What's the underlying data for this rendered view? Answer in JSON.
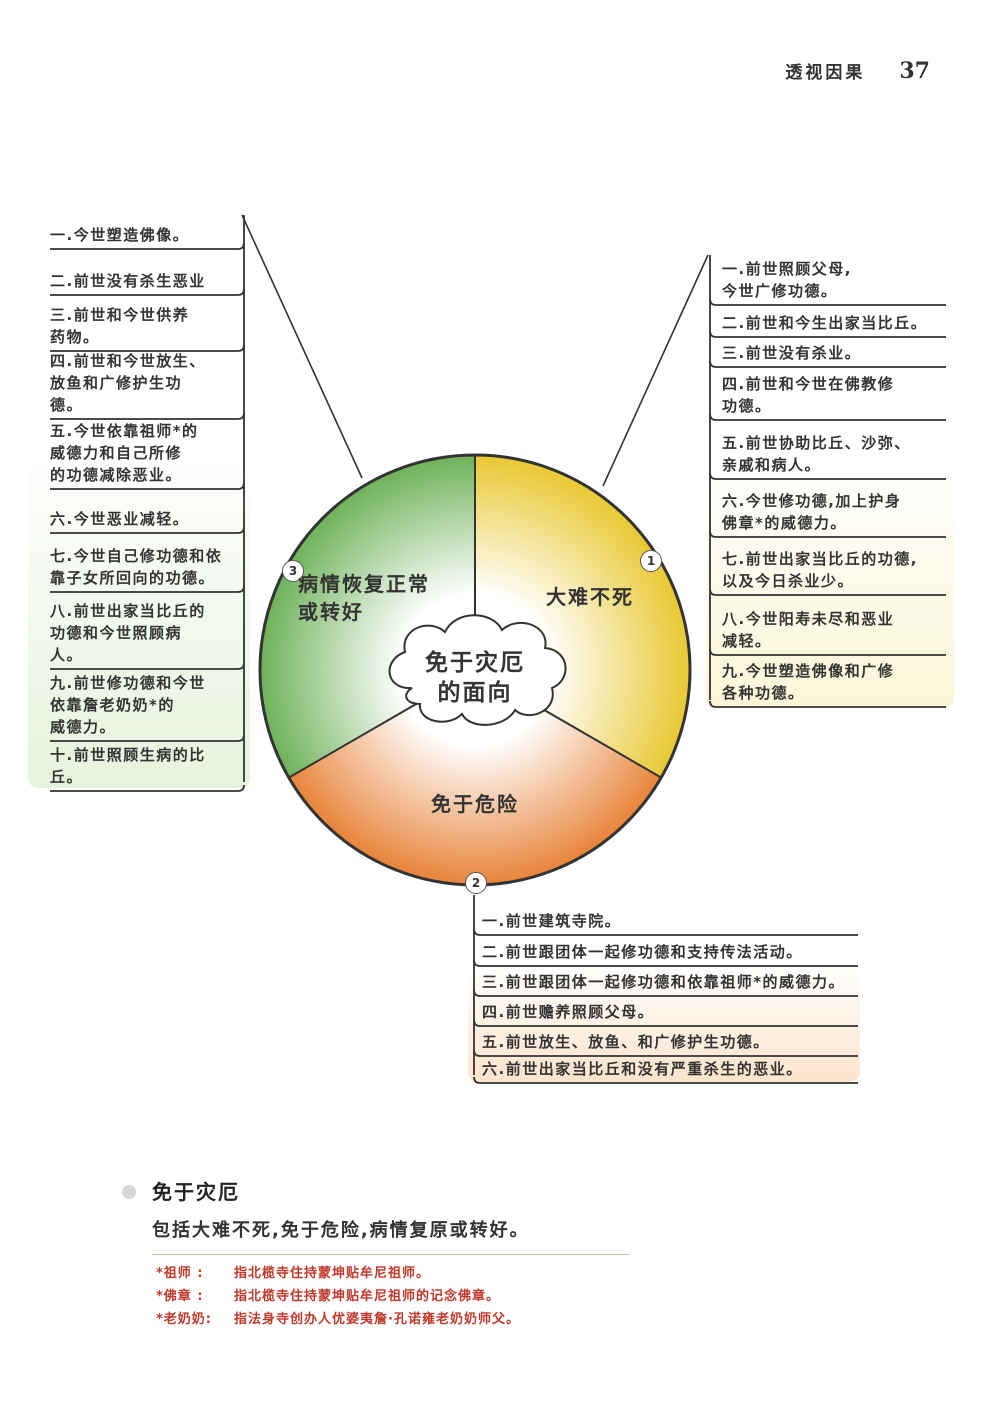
{
  "header": {
    "section": "透视因果",
    "page_number": "37"
  },
  "diagram": {
    "center": "免于灾厄\n的面向",
    "segments": [
      {
        "number": "1",
        "label": "大难不死",
        "color": "#e9c832"
      },
      {
        "number": "2",
        "label": "免于危险",
        "color": "#e8843a"
      },
      {
        "number": "3",
        "label": "病情恢复正常\n或转好",
        "color": "#6fb25a"
      }
    ],
    "right_items": [
      "一.前世照顾父母,\n   今世广修功德。",
      "二.前世和今生出家当比丘。",
      "三.前世没有杀业。",
      "四.前世和今世在佛教修\n   功德。",
      "五.前世协助比丘、沙弥、\n   亲戚和病人。",
      "六.今世修功德,加上护身\n   佛章*的威德力。",
      "七.前世出家当比丘的功德,\n   以及今日杀业少。",
      "八.今世阳寿未尽和恶业\n   减轻。",
      "九.今世塑造佛像和广修\n   各种功德。"
    ],
    "bottom_items": [
      "一.前世建筑寺院。",
      "二.前世跟团体一起修功德和支持传法活动。",
      "三.前世跟团体一起修功德和依靠祖师*的威德力。",
      "四.前世赡养照顾父母。",
      "五.前世放生、放鱼、和广修护生功德。",
      "六.前世出家当比丘和没有严重杀生的恶业。"
    ],
    "left_items": [
      "一.今世塑造佛像。",
      "二.前世没有杀生恶业",
      "三.前世和今世供养\n   药物。",
      "四.前世和今世放生、\n   放鱼和广修护生功\n   德。",
      "五.今世依靠祖师*的\n   威德力和自己所修\n   的功德减除恶业。",
      "六.今世恶业减轻。",
      "七.今世自己修功德和依\n   靠子女所回向的功德。",
      "八.前世出家当比丘的\n   功德和今世照顾病\n   人。",
      "九.前世修功德和今世\n   依靠詹老奶奶*的\n   威德力。",
      "十.前世照顾生病的比\n   丘。"
    ]
  },
  "summary": {
    "title": "免于灾厄",
    "description": "包括大难不死,免于危险,病情复原或转好。"
  },
  "notes": [
    {
      "term": "*祖师  :",
      "text": "指北榄寺住持蒙坤贴牟尼祖师。"
    },
    {
      "term": "*佛章  :",
      "text": "指北榄寺住持蒙坤贴牟尼祖师的记念佛章。"
    },
    {
      "term": "*老奶奶:",
      "text": "指法身寺创办人优婆夷詹·孔诺雍老奶奶师父。"
    }
  ]
}
